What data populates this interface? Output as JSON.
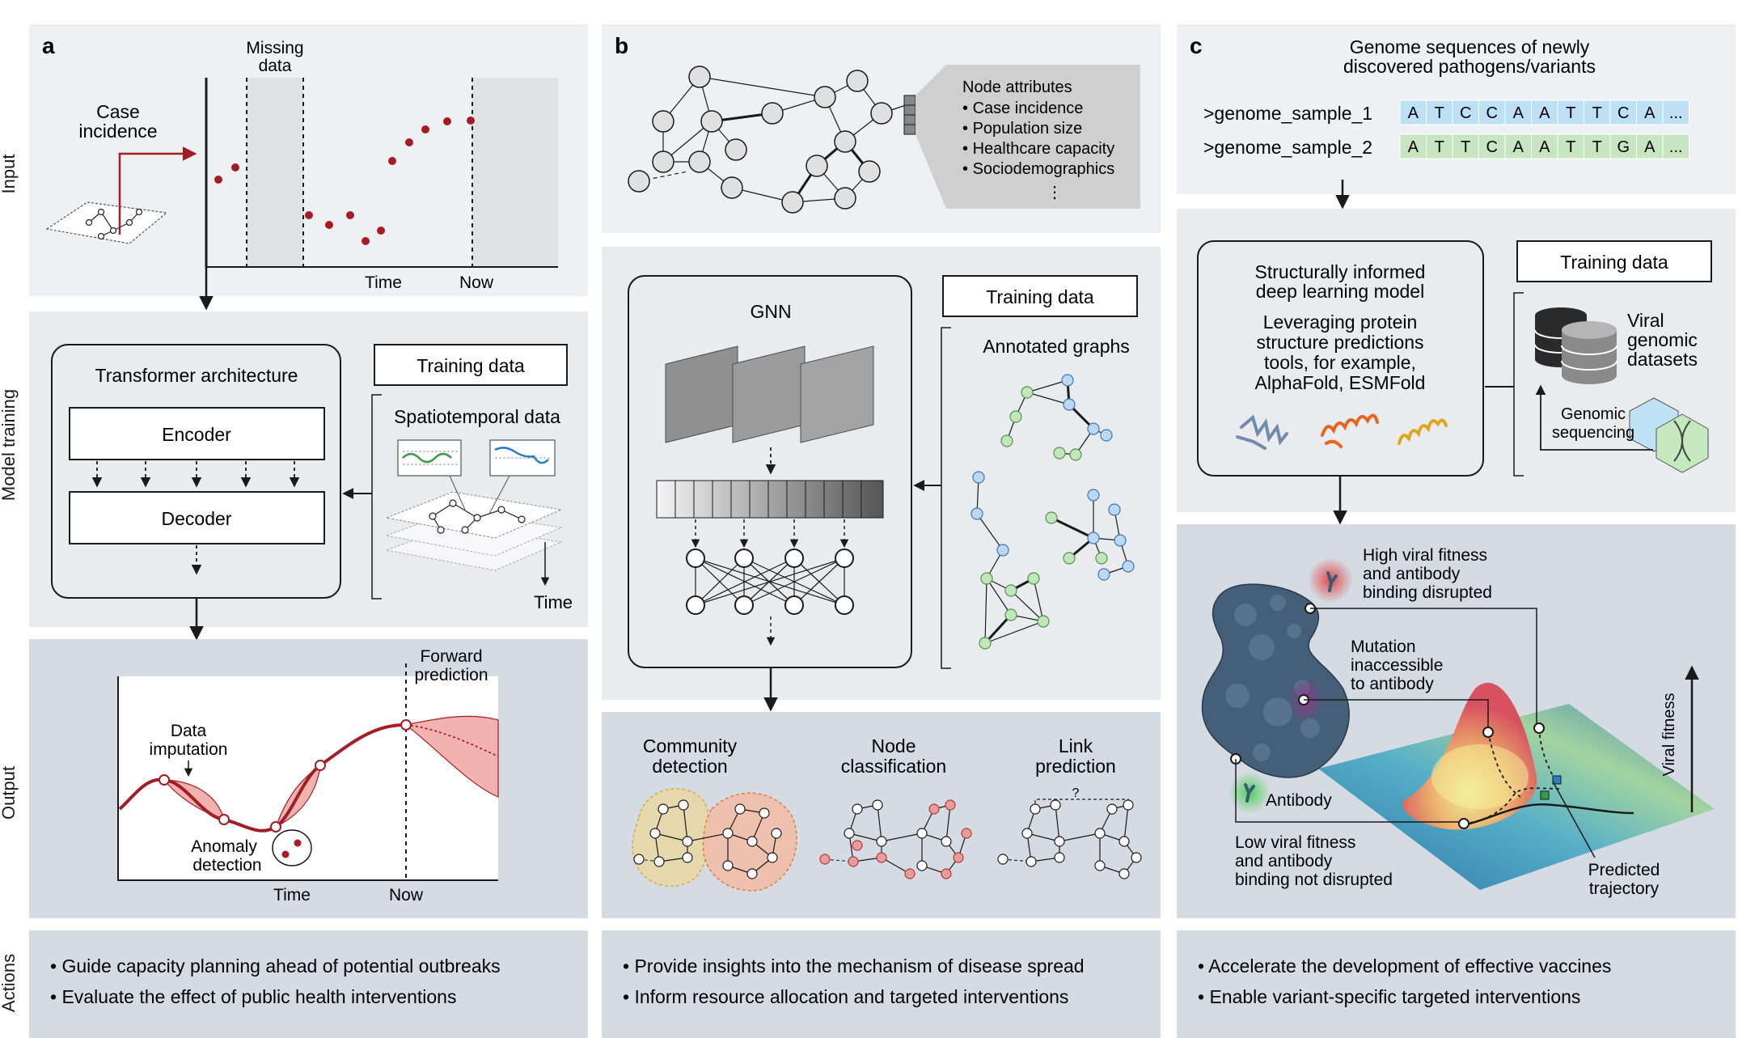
{
  "rows": {
    "input": "Input",
    "model_training": "Model training",
    "output": "Output",
    "actions": "Actions"
  },
  "panel_a": {
    "letter": "a",
    "missing_data": "Missing data",
    "case_incidence": "Case incidence",
    "time": "Time",
    "now": "Now",
    "transformer_title": "Transformer architecture",
    "encoder": "Encoder",
    "decoder": "Decoder",
    "training_data": "Training data",
    "spatiotemporal_data": "Spatiotemporal data",
    "data_imputation": "Data imputation",
    "anomaly_detection": "Anomaly detection",
    "forward_prediction": "Forward prediction",
    "actions": [
      "Guide capacity planning ahead of potential outbreaks",
      "Evaluate the effect of public health interventions"
    ]
  },
  "panel_b": {
    "letter": "b",
    "node_attributes_title": "Node attributes",
    "node_attributes": [
      "Case incidence",
      "Population size",
      "Healthcare capacity",
      "Sociodemographics"
    ],
    "more": "⋮",
    "gnn": "GNN",
    "training_data": "Training data",
    "annotated_graphs": "Annotated graphs",
    "community_detection": "Community detection",
    "node_classification": "Node classification",
    "link_prediction": "Link prediction",
    "link_question": "?",
    "actions": [
      "Provide insights into the mechanism of disease spread",
      "Inform resource allocation and targeted interventions"
    ]
  },
  "panel_c": {
    "letter": "c",
    "genome_title": "Genome sequences of newly discovered pathogens/variants",
    "samples": [
      {
        "label": ">genome_sample_1",
        "bases": [
          "A",
          "T",
          "C",
          "C",
          "A",
          "A",
          "T",
          "T",
          "C",
          "A"
        ],
        "ellipsis": "..."
      },
      {
        "label": ">genome_sample_2",
        "bases": [
          "A",
          "T",
          "T",
          "C",
          "A",
          "A",
          "T",
          "T",
          "G",
          "A"
        ],
        "ellipsis": "..."
      }
    ],
    "model_title": "Structurally informed deep learning model",
    "model_desc": "Leveraging protein structure predictions tools, for example, AlphaFold, ESMFold",
    "training_data": "Training data",
    "viral_genomic_datasets": "Viral genomic datasets",
    "genomic_sequencing": "Genomic sequencing",
    "high_fitness": "High viral fitness and antibody binding disrupted",
    "mutation_inaccessible": "Mutation inaccessible to antibody",
    "antibody": "Antibody",
    "low_fitness": "Low viral fitness and antibody binding not disrupted",
    "predicted_trajectory": "Predicted trajectory",
    "viral_fitness": "Viral fitness",
    "actions": [
      "Accelerate the development of effective vaccines",
      "Enable variant-specific targeted interventions"
    ]
  },
  "colors": {
    "panel_bg": "#e9ebee",
    "panel_bg_dark": "#d5dbe3",
    "accent_red": "#a51d24",
    "seq_blue": "#bde0f5",
    "seq_green": "#c6e5c0"
  }
}
